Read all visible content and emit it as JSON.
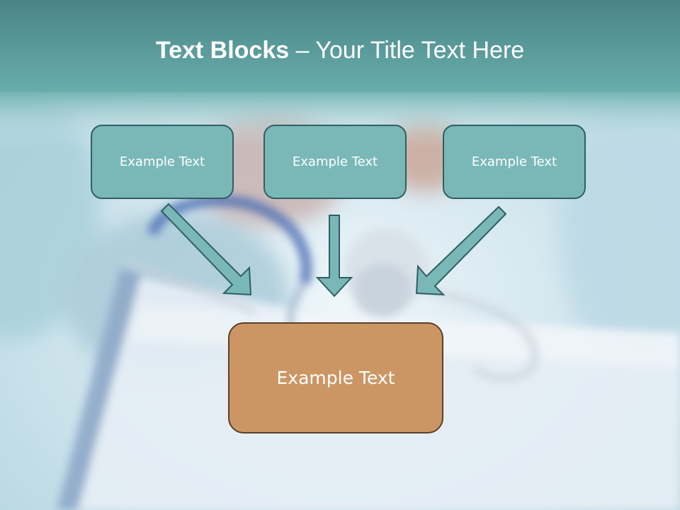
{
  "title": {
    "bold": "Text Blocks",
    "separator": " – ",
    "rest": "Your Title Text Here"
  },
  "boxes": {
    "top_left": "Example Text",
    "top_center": "Example Text",
    "top_right": "Example Text",
    "bottom": "Example Text"
  },
  "colors": {
    "header_teal": "#4a8d8e",
    "box_teal": "#7ab8b8",
    "box_border": "#2f5f63",
    "arrow_fill": "#7ab8b8",
    "bottom_box": "#cc9664",
    "bottom_border": "#5b4028"
  }
}
